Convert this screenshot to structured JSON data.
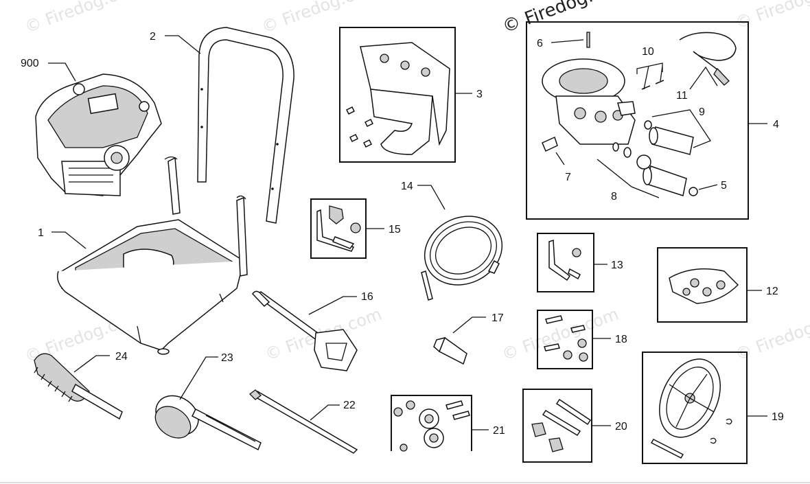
{
  "watermark": {
    "brand": "© Firedog.com",
    "copyright_header": "© Firedog."
  },
  "parts": {
    "p900": "900",
    "p1": "1",
    "p2": "2",
    "p3": "3",
    "p4": "4",
    "p5": "5",
    "p6": "6",
    "p7": "7",
    "p8": "8",
    "p9": "9",
    "p10": "10",
    "p11": "11",
    "p12": "12",
    "p13": "13",
    "p14": "14",
    "p15": "15",
    "p16": "16",
    "p17": "17",
    "p18": "18",
    "p19": "19",
    "p20": "20",
    "p21": "21",
    "p22": "22",
    "p23": "23",
    "p24": "24"
  }
}
